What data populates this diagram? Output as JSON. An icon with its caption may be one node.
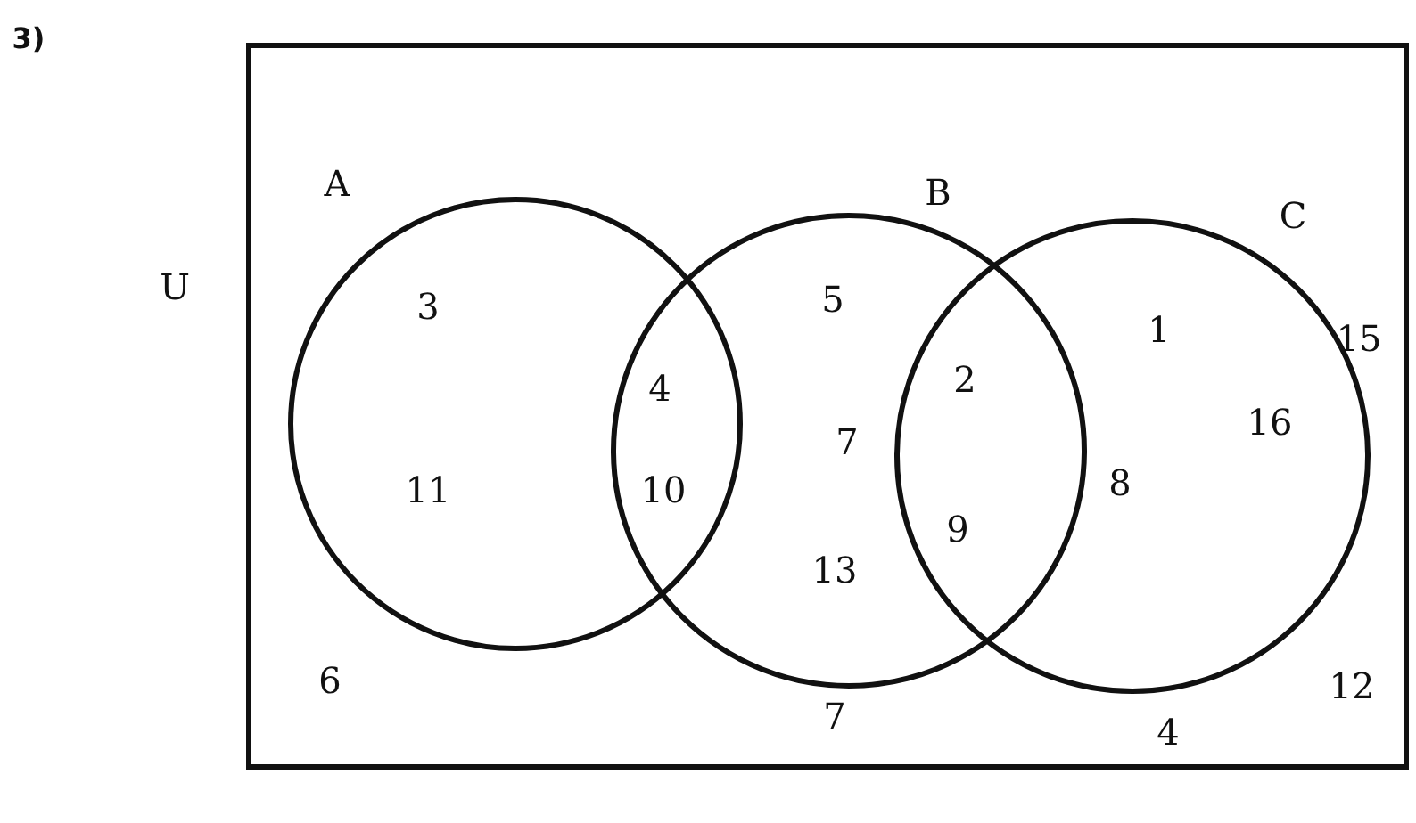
{
  "diagram": {
    "nodes": [
      {
        "text": [
          "U"
        ]
      },
      {
        "text": [
          "A"
        ],
        "in": 0
      },
      {
        "text": [
          "B"
        ],
        "in": 0
      },
      {
        "text": [
          "C"
        ],
        "in": 0
      }
    ],
    "labels": [
      "3)",
      "5",
      "3",
      "1",
      "15",
      "2",
      "4",
      "16",
      "7",
      "11",
      "10",
      "8",
      "9",
      "13",
      "12",
      "6",
      "7",
      "4"
    ]
  }
}
